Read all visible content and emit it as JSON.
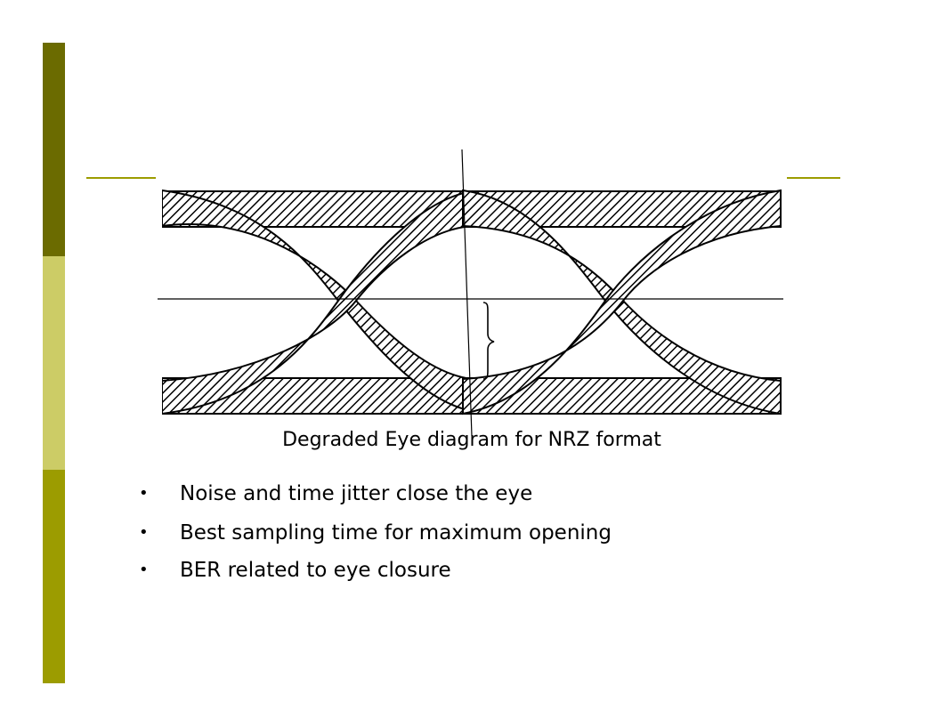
{
  "slide": {
    "caption": "Degraded Eye diagram for NRZ format",
    "bullets": [
      "Noise and time jitter close the eye",
      "Best sampling time for maximum opening",
      "BER related to eye closure"
    ],
    "bullet_glyph": "•"
  },
  "theme": {
    "sidebar_dark": "#6b6b00",
    "sidebar_light": "#cccc66",
    "sidebar_mid": "#9c9c00",
    "rule_color": "#9c9c00"
  }
}
